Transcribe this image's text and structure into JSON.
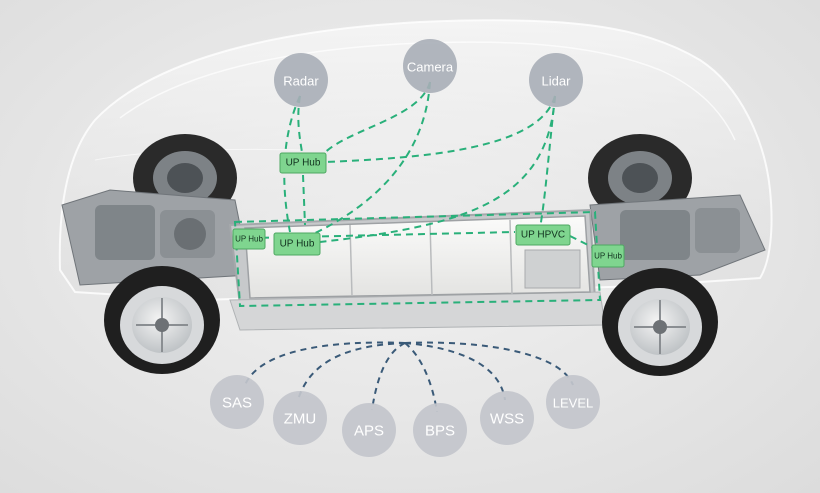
{
  "sensors": {
    "radar": "Radar",
    "camera": "Camera",
    "lidar": "Lidar"
  },
  "hubs": {
    "hub_top": "UP Hub",
    "hub_left": "UP Hub",
    "hub_center": "UP Hub",
    "hpvc": "UP HPVC",
    "hub_right": "UP Hub"
  },
  "chassis_nodes": {
    "sas": "SAS",
    "zmu": "ZMU",
    "aps": "APS",
    "bps": "BPS",
    "wss": "WSS",
    "level": "LEVEL"
  },
  "colors": {
    "sensor_node": "#a9aeb7",
    "chassis_node": "#c3c6cc",
    "hub_fill": "#7fd58f",
    "green_link": "#29b07a",
    "blue_link": "#3a5a78",
    "battery": "#f4f4f2",
    "frame": "#b9bcbf"
  }
}
